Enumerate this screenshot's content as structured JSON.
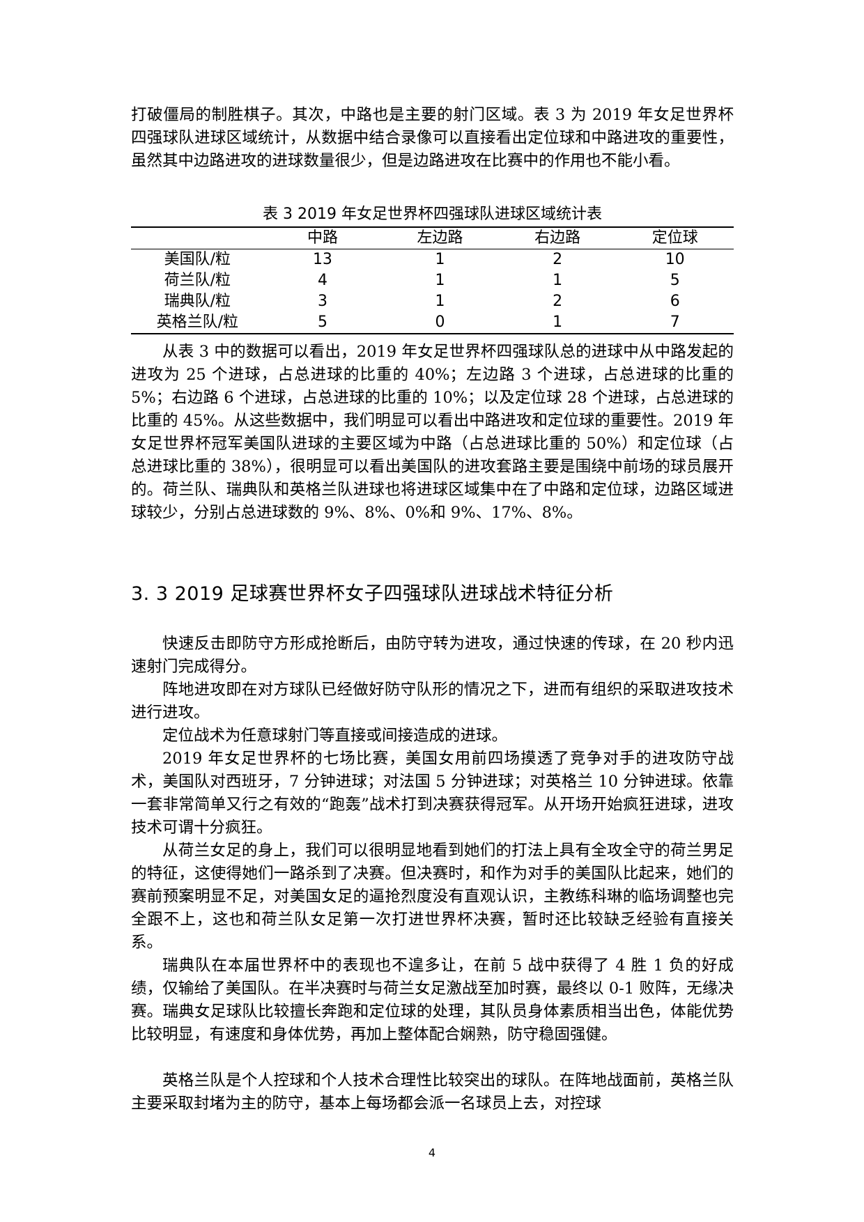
{
  "intro_paragraph": "打破僵局的制胜棋子。其次，中路也是主要的射门区域。表 3 为 2019 年女足世界杯四强球队进球区域统计，从数据中结合录像可以直接看出定位球和中路进攻的重要性，虽然其中边路进攻的进球数量很少，但是边路进攻在比赛中的作用也不能小看。",
  "table": {
    "caption": "表 3  2019 年女足世界杯四强球队进球区域统计表",
    "headers": [
      "",
      "中路",
      "左边路",
      "右边路",
      "定位球"
    ],
    "rows": [
      [
        "美国队/粒",
        "13",
        "1",
        "2",
        "10"
      ],
      [
        "荷兰队/粒",
        "4",
        "1",
        "1",
        "5"
      ],
      [
        "瑞典队/粒",
        "3",
        "1",
        "2",
        "6"
      ],
      [
        "英格兰队/粒",
        "5",
        "0",
        "1",
        "7"
      ]
    ]
  },
  "analysis_paragraph": "从表 3 中的数据可以看出，2019 年女足世界杯四强球队总的进球中从中路发起的进攻为 25 个进球，占总进球的比重的 40%；左边路 3 个进球，占总进球的比重的 5%；右边路 6 个进球，占总进球的比重的 10%；以及定位球 28 个进球，占总进球的比重的 45%。从这些数据中，我们明显可以看出中路进攻和定位球的重要性。2019 年女足世界杯冠军美国队进球的主要区域为中路（占总进球比重的 50%）和定位球（占总进球比重的 38%），很明显可以看出美国队的进攻套路主要是围绕中前场的球员展开的。荷兰队、瑞典队和英格兰队进球也将进球区域集中在了中路和定位球，边路区域进球较少，分别占总进球数的 9%、8%、0%和 9%、17%、8%。",
  "section_heading": "3. 3  2019 足球赛世界杯女子四强球队进球战术特征分析",
  "body_paragraphs": [
    "快速反击即防守方形成抢断后，由防守转为进攻，通过快速的传球，在 20 秒内迅速射门完成得分。",
    "阵地进攻即在对方球队已经做好防守队形的情况之下，进而有组织的采取进攻技术进行进攻。",
    "定位战术为任意球射门等直接或间接造成的进球。",
    "2019 年女足世界杯的七场比赛，美国女用前四场摸透了竞争对手的进攻防守战术，美国队对西班牙，7 分钟进球；对法国 5 分钟进球；对英格兰 10 分钟进球。依靠一套非常简单又行之有效的“跑轰”战术打到决赛获得冠军。从开场开始疯狂进球，进攻技术可谓十分疯狂。",
    "从荷兰女足的身上，我们可以很明显地看到她们的打法上具有全攻全守的荷兰男足的特征，这使得她们一路杀到了决赛。但决赛时，和作为对手的美国队比起来，她们的赛前预案明显不足，对美国女足的逼抢烈度没有直观认识，主教练科琳的临场调整也完全跟不上，这也和荷兰队女足第一次打进世界杯决赛，暂时还比较缺乏经验有直接关系。",
    "瑞典队在本届世界杯中的表现也不遑多让，在前 5 战中获得了 4 胜 1 负的好成绩，仅输给了美国队。在半决赛时与荷兰女足激战至加时赛，最终以 0-1 败阵，无缘决赛。瑞典女足球队比较擅长奔跑和定位球的处理，其队员身体素质相当出色，体能优势比较明显，有速度和身体优势，再加上整体配合娴熟，防守稳固强健。",
    "英格兰队是个人控球和个人技术合理性比较突出的球队。在阵地战面前，英格兰队主要采取封堵为主的防守，基本上每场都会派一名球员上去，对控球"
  ],
  "page_number": "4"
}
